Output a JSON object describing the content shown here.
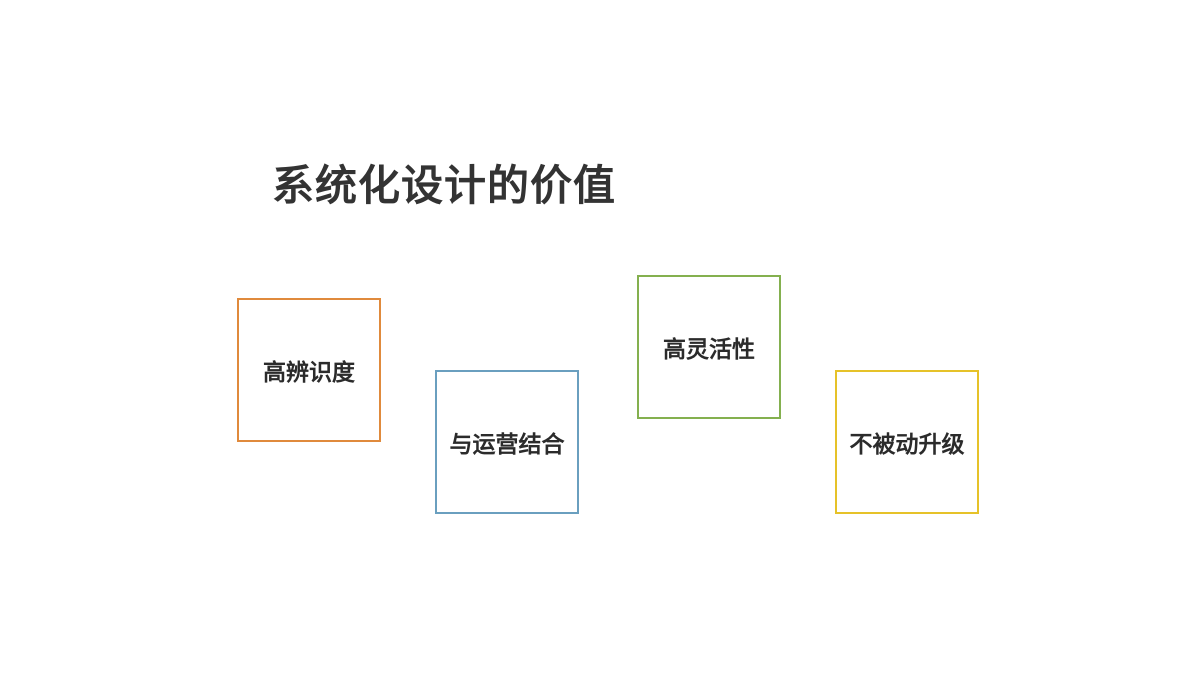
{
  "title": "系统化设计的价值",
  "cards": [
    {
      "label": "高辨识度",
      "color": "#e08a3c"
    },
    {
      "label": "与运营结合",
      "color": "#6a9fbf"
    },
    {
      "label": "高灵活性",
      "color": "#84b04f"
    },
    {
      "label": "不被动升级",
      "color": "#e6c229"
    }
  ]
}
